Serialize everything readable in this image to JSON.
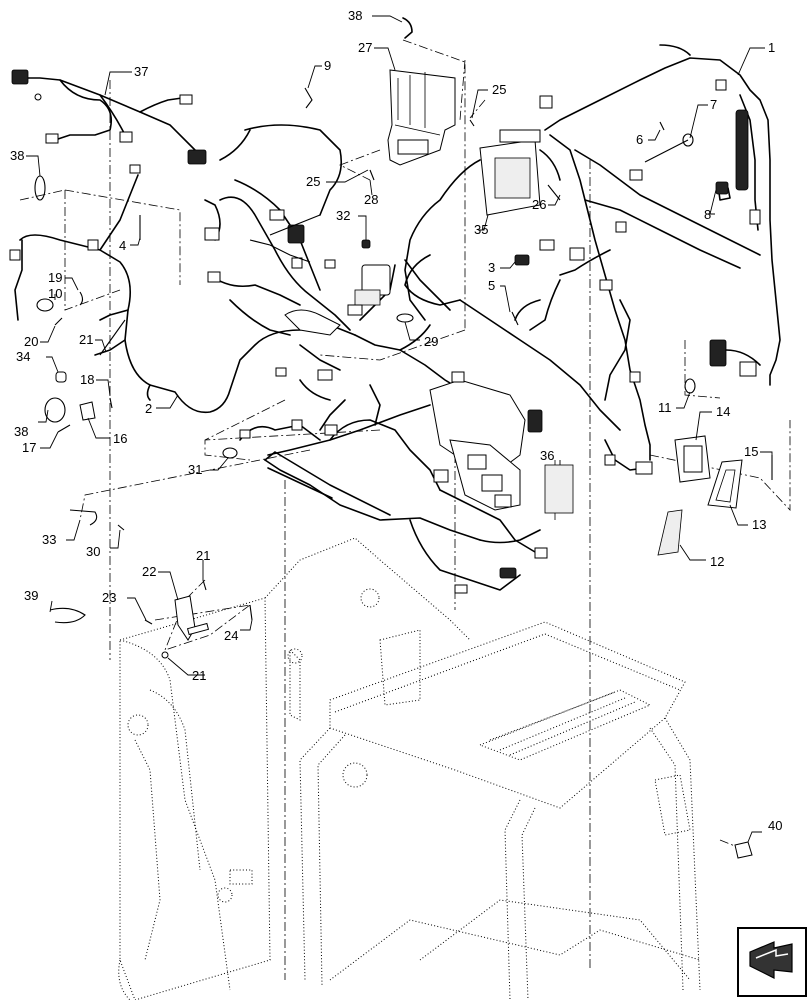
{
  "callouts": [
    {
      "id": "c1",
      "label": "1"
    },
    {
      "id": "c2",
      "label": "2"
    },
    {
      "id": "c3",
      "label": "3"
    },
    {
      "id": "c4",
      "label": "4"
    },
    {
      "id": "c5",
      "label": "5"
    },
    {
      "id": "c6",
      "label": "6"
    },
    {
      "id": "c7",
      "label": "7"
    },
    {
      "id": "c8",
      "label": "8"
    },
    {
      "id": "c9",
      "label": "9"
    },
    {
      "id": "c10",
      "label": "10"
    },
    {
      "id": "c11",
      "label": "11"
    },
    {
      "id": "c12",
      "label": "12"
    },
    {
      "id": "c13",
      "label": "13"
    },
    {
      "id": "c14",
      "label": "14"
    },
    {
      "id": "c15",
      "label": "15"
    },
    {
      "id": "c16",
      "label": "16"
    },
    {
      "id": "c17",
      "label": "17"
    },
    {
      "id": "c18",
      "label": "18"
    },
    {
      "id": "c19",
      "label": "19"
    },
    {
      "id": "c20",
      "label": "20"
    },
    {
      "id": "c21a",
      "label": "21"
    },
    {
      "id": "c21b",
      "label": "21"
    },
    {
      "id": "c21c",
      "label": "21"
    },
    {
      "id": "c22",
      "label": "22"
    },
    {
      "id": "c23",
      "label": "23"
    },
    {
      "id": "c24",
      "label": "24"
    },
    {
      "id": "c25a",
      "label": "25"
    },
    {
      "id": "c25b",
      "label": "25"
    },
    {
      "id": "c26",
      "label": "26"
    },
    {
      "id": "c27",
      "label": "27"
    },
    {
      "id": "c28",
      "label": "28"
    },
    {
      "id": "c29",
      "label": "29"
    },
    {
      "id": "c30",
      "label": "30"
    },
    {
      "id": "c31",
      "label": "31"
    },
    {
      "id": "c32",
      "label": "32"
    },
    {
      "id": "c33",
      "label": "33"
    },
    {
      "id": "c34",
      "label": "34"
    },
    {
      "id": "c35",
      "label": "35"
    },
    {
      "id": "c36",
      "label": "36"
    },
    {
      "id": "c37",
      "label": "37"
    },
    {
      "id": "c38a",
      "label": "38"
    },
    {
      "id": "c38b",
      "label": "38"
    },
    {
      "id": "c38c",
      "label": "38"
    },
    {
      "id": "c39",
      "label": "39"
    },
    {
      "id": "c40",
      "label": "40"
    }
  ],
  "nav_icon": "next-page-arrow-icon"
}
